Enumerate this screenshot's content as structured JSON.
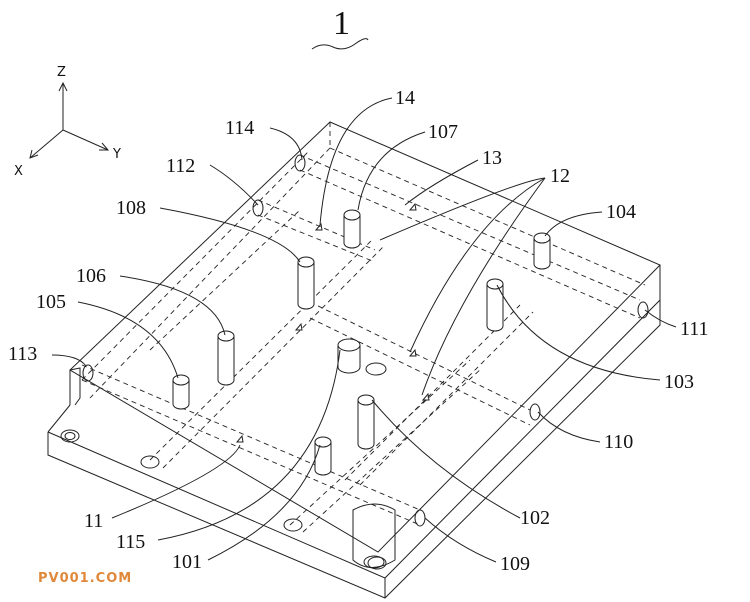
{
  "figure": {
    "title": "1",
    "axes": {
      "z": "Z",
      "y": "Y",
      "x": "X"
    },
    "watermark": "PV001.COM",
    "labels": [
      {
        "id": "l14",
        "text": "14"
      },
      {
        "id": "l114",
        "text": "114"
      },
      {
        "id": "l107",
        "text": "107"
      },
      {
        "id": "l13",
        "text": "13"
      },
      {
        "id": "l12",
        "text": "12"
      },
      {
        "id": "l112",
        "text": "112"
      },
      {
        "id": "l108",
        "text": "108"
      },
      {
        "id": "l104",
        "text": "104"
      },
      {
        "id": "l106",
        "text": "106"
      },
      {
        "id": "l105",
        "text": "105"
      },
      {
        "id": "l113",
        "text": "113"
      },
      {
        "id": "l111",
        "text": "111"
      },
      {
        "id": "l103",
        "text": "103"
      },
      {
        "id": "l110",
        "text": "110"
      },
      {
        "id": "l102",
        "text": "102"
      },
      {
        "id": "l11",
        "text": "11"
      },
      {
        "id": "l115",
        "text": "115"
      },
      {
        "id": "l101",
        "text": "101"
      },
      {
        "id": "l109",
        "text": "109"
      }
    ]
  }
}
